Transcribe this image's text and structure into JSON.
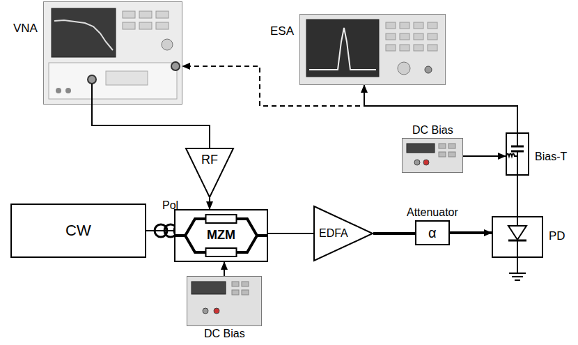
{
  "diagram": {
    "nodes": [
      {
        "text": [
          "VNA"
        ]
      },
      {
        "text": [
          "ESA"
        ]
      },
      {
        "text": [
          "RF"
        ]
      },
      {
        "text": [
          "DC Bias"
        ]
      },
      {
        "text": [
          "Bias-T"
        ]
      },
      {
        "text": [
          "CW"
        ]
      },
      {
        "text": [
          "Pol"
        ]
      },
      {
        "text": [
          "MZM"
        ]
      },
      {
        "text": [
          "EDFA"
        ]
      },
      {
        "text": [
          "Attenuator",
          "α"
        ]
      },
      {
        "text": [
          "PD"
        ]
      },
      {
        "text": [
          "DC Bias"
        ]
      }
    ],
    "edges": [
      {
        "from": 0,
        "to": 2,
        "arrow": "none"
      },
      {
        "from": 2,
        "to": 7,
        "arrow": "to"
      },
      {
        "from": 5,
        "to": 6,
        "arrow": "none"
      },
      {
        "from": 6,
        "to": 7,
        "arrow": "none"
      },
      {
        "from": 11,
        "to": 7,
        "arrow": "to"
      },
      {
        "from": 7,
        "to": 8,
        "arrow": "none"
      },
      {
        "from": 8,
        "to": 9,
        "arrow": "none"
      },
      {
        "from": 9,
        "to": 10,
        "arrow": "to"
      },
      {
        "from": 3,
        "to": 4,
        "arrow": "to"
      },
      {
        "from": 10,
        "to": 4,
        "arrow": "none"
      },
      {
        "from": 4,
        "to": 1,
        "arrow": "to"
      },
      {
        "from": 4,
        "to": 0,
        "arrow": "to"
      }
    ]
  }
}
